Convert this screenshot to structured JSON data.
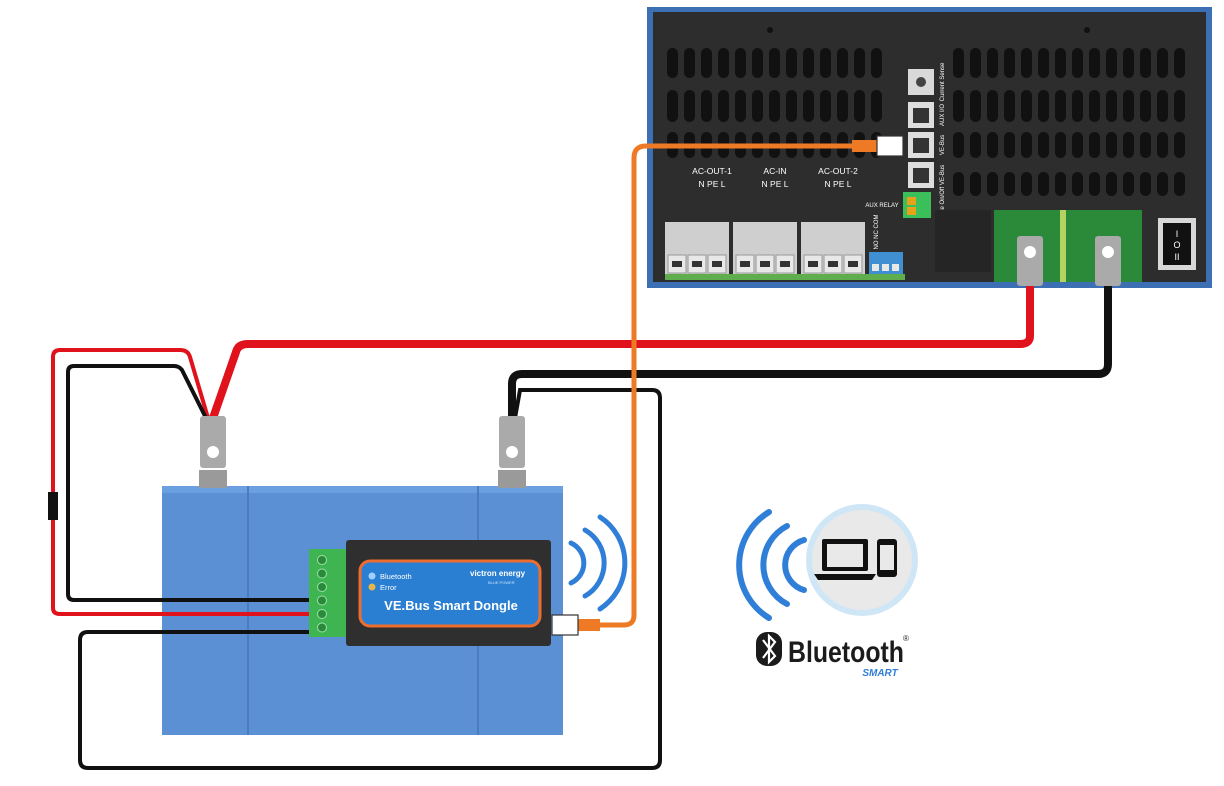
{
  "inverter": {
    "terminals": [
      {
        "title": "AC-OUT-1",
        "pins": "N  PE  L"
      },
      {
        "title": "AC-IN",
        "pins": "N  PE  L"
      },
      {
        "title": "AC-OUT-2",
        "pins": "N  PE  L"
      }
    ],
    "aux_relay": "AUX RELAY",
    "relay_pins": "NO NC COM",
    "ports": {
      "current_sense": "Current Sense",
      "aux_io": "AUX I/O",
      "vebus_1": "VE-Bus",
      "vebus_2": "VE-Bus",
      "remote": "Remote On/Off"
    },
    "switch": {
      "on": "I",
      "off": "O",
      "mid": "II"
    }
  },
  "dongle": {
    "led_bluetooth": "Bluetooth",
    "led_error": "Error",
    "brand": "victron energy",
    "brand_tagline": "BLUE POWER",
    "name": "VE.Bus Smart Dongle"
  },
  "bluetooth_logo": {
    "word": "Bluetooth",
    "reg": "®",
    "sub": "SMART"
  },
  "colors": {
    "inverter_frame": "#3d6fb5",
    "inverter_body": "#2b2b2b",
    "battery": "#5b91d4",
    "cable_positive": "#e0121b",
    "cable_negative": "#111111",
    "vebus_cable": "#ee7a26",
    "wireless": "#2f7fd8",
    "dongle_label": "#2b7fd2",
    "dongle_border": "#ee6c2e"
  }
}
